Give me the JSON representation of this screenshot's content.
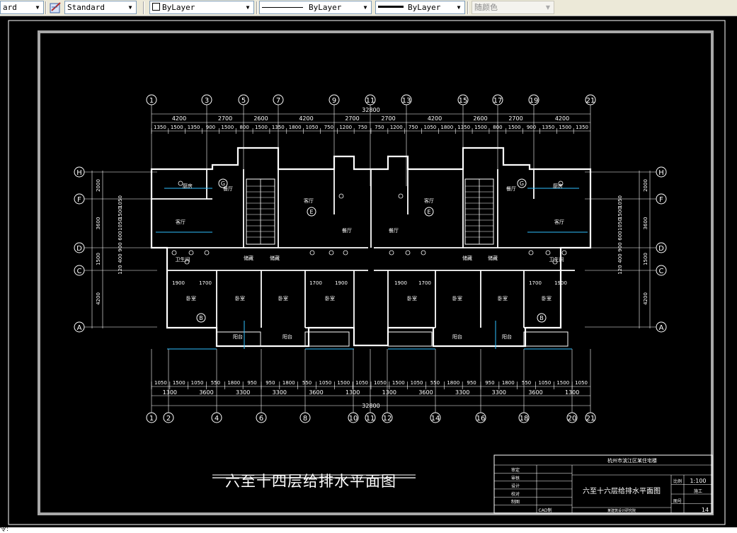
{
  "toolbar": {
    "text_style": {
      "value": "ard"
    },
    "dim_style": {
      "value": "Standard"
    },
    "layer": {
      "value": "ByLayer"
    },
    "linetype": {
      "value": "ByLayer"
    },
    "lineweight": {
      "value": "ByLayer"
    },
    "plot_style": {
      "value": "随颜色"
    }
  },
  "drawing": {
    "title": "六至十四层给排水平面图",
    "top_grid": [
      "1",
      "3",
      "5",
      "7",
      "9",
      "11",
      "13",
      "15",
      "17",
      "19",
      "21"
    ],
    "bottom_grid": [
      "1",
      "2",
      "4",
      "6",
      "8",
      "10",
      "11",
      "12",
      "14",
      "16",
      "18",
      "20",
      "21"
    ],
    "left_rows": [
      "H",
      "F",
      "D",
      "C",
      "A"
    ],
    "right_rows": [
      "H",
      "F",
      "D",
      "C",
      "A"
    ],
    "top_total": "32800",
    "top_dims": [
      "4200",
      "2700",
      "2600",
      "4200",
      "2700",
      "2700",
      "4200",
      "2600",
      "2700",
      "4200"
    ],
    "top_subdims": [
      "1350",
      "1500",
      "1350",
      "900",
      "1500",
      "800",
      "1500",
      "1350",
      "1800",
      "1050",
      "750",
      "1200",
      "750",
      "750",
      "1200",
      "750",
      "1050",
      "1800",
      "1350",
      "1500",
      "800",
      "1500",
      "900",
      "1350",
      "1500",
      "1350"
    ],
    "bottom_total": "32800",
    "bottom_dims": [
      "1300",
      "3600",
      "3300",
      "3300",
      "3600",
      "1300",
      "1300",
      "3600",
      "3300",
      "3300",
      "3600",
      "1300"
    ],
    "bottom_subdims": [
      "1050",
      "1500",
      "1050",
      "550",
      "1800",
      "950",
      "950",
      "1800",
      "550",
      "1050",
      "1500",
      "1050",
      "1050",
      "1500",
      "1050",
      "550",
      "1800",
      "950",
      "950",
      "1800",
      "550",
      "1050",
      "1500",
      "1050"
    ],
    "left_dims": [
      "2000",
      "3600",
      "1500",
      "4200"
    ],
    "left_subdims": [
      "1050",
      "1500",
      "1050",
      "600",
      "900",
      "400",
      "120"
    ],
    "right_dims": [
      "2000",
      "3600",
      "1500",
      "4200"
    ],
    "room_labels": {
      "living": "客厅",
      "bedroom": "卧室",
      "kitchen": "厨房",
      "balcony": "阳台",
      "toilet": "卫生间",
      "storage": "储藏",
      "restaurant": "餐厅"
    },
    "room_dims": [
      "1900",
      "1700",
      "1700",
      "1900",
      "1900",
      "1700",
      "1700",
      "1900"
    ]
  },
  "title_block": {
    "project": "杭州市滨江区某住宅楼",
    "drawing_name": "六至十六层给排水平面图",
    "scale": "1:100",
    "scale_label": "比例",
    "phase_label": "施工",
    "sheet_label": "图号",
    "rows": [
      "审定",
      "审核",
      "设计",
      "校对",
      "制图"
    ],
    "cad_label": "CAD制",
    "company": "某建筑设计研究院",
    "sheet_no": "14"
  },
  "status": {
    "text": "令:"
  }
}
